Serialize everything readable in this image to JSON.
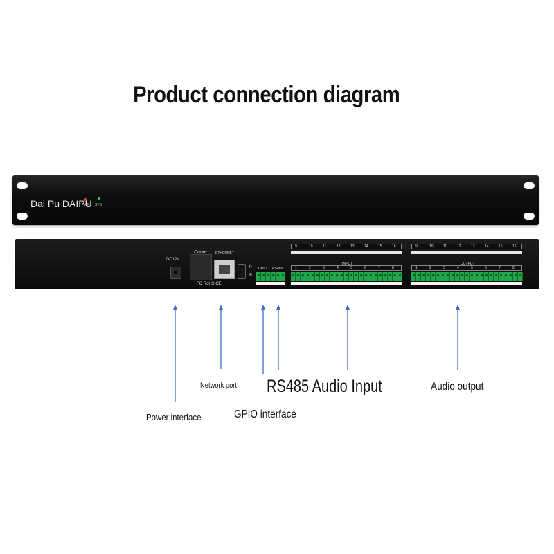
{
  "title": "Product connection diagram",
  "front_panel": {
    "brand": "Dai Pu DAIPU",
    "led_labels": [
      "PWR",
      "SYS"
    ]
  },
  "rear_panel": {
    "dc_label": "DC12V",
    "dante_label": "Dante",
    "ethernet_label": "ETHERNET",
    "cert_label": "FC RoHS CE",
    "r_label": "R",
    "gpio_label": "GPIO",
    "rs485_label": "RS485",
    "input_label": "INPUT",
    "output_label": "OUTPUT",
    "channels_top": [
      "9",
      "10",
      "11",
      "12",
      "13",
      "14",
      "15",
      "16"
    ],
    "channels_bottom": [
      "1",
      "2",
      "3",
      "4",
      "5",
      "6",
      "7",
      "8"
    ]
  },
  "labels": {
    "power": "Power interface",
    "network": "Network port",
    "gpio": "GPIO interface",
    "rs485_audio_input": "RS485 Audio Input",
    "audio_output": "Audio output"
  },
  "colors": {
    "arrow": "#3a6fc4",
    "terminal": "#1fa84a",
    "led_red": "#e23b2e",
    "led_green": "#2fd04a"
  }
}
